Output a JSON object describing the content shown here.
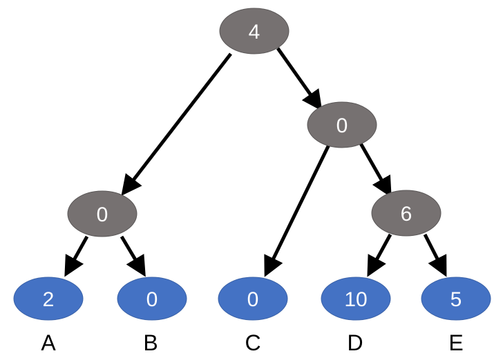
{
  "tree": {
    "colors": {
      "internal_node": "#767171",
      "leaf_node": "#4472c4",
      "node_text": "#ffffff",
      "edge": "#000000",
      "label": "#000000"
    },
    "nodes": {
      "root": {
        "value": "4"
      },
      "right_child": {
        "value": "0"
      },
      "left_child": {
        "value": "0"
      },
      "right_grandchild": {
        "value": "6"
      },
      "leaf_a": {
        "value": "2",
        "label": "A"
      },
      "leaf_b": {
        "value": "0",
        "label": "B"
      },
      "leaf_c": {
        "value": "0",
        "label": "C"
      },
      "leaf_d": {
        "value": "10",
        "label": "D"
      },
      "leaf_e": {
        "value": "5",
        "label": "E"
      }
    }
  }
}
